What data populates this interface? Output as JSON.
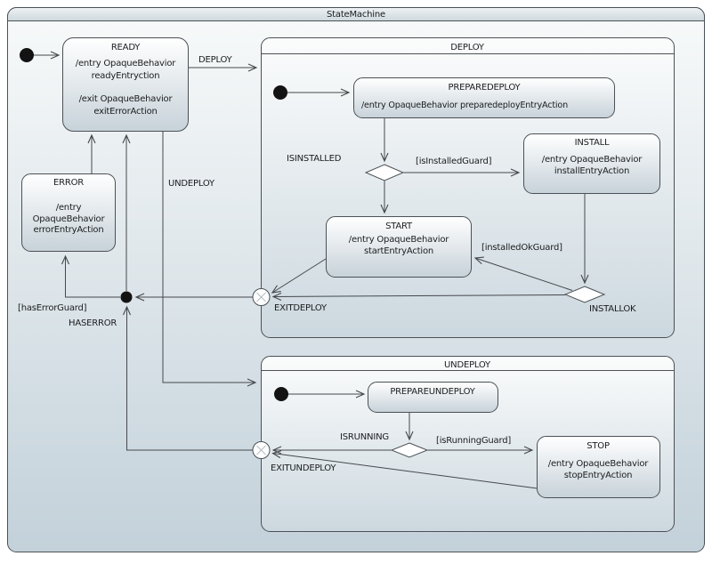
{
  "frame": {
    "title": "StateMachine"
  },
  "states": {
    "ready": {
      "title": "READY",
      "entry1": "/entry OpaqueBehavior",
      "entry2": "readyEntryction",
      "exit1": "/exit OpaqueBehavior",
      "exit2": "exitErrorAction"
    },
    "error": {
      "title": "ERROR",
      "entry1": "/entry",
      "entry2": "OpaqueBehavior",
      "entry3": "errorEntryAction"
    },
    "deploy": {
      "title": "DEPLOY"
    },
    "preparedeploy": {
      "title": "PREPAREDEPLOY",
      "entry": "/entry OpaqueBehavior preparedeployEntryAction"
    },
    "install": {
      "title": "INSTALL",
      "entry1": "/entry OpaqueBehavior",
      "entry2": "installEntryAction"
    },
    "start": {
      "title": "START",
      "entry1": "/entry OpaqueBehavior",
      "entry2": "startEntryAction"
    },
    "undeploy": {
      "title": "UNDEPLOY"
    },
    "prepareundeploy": {
      "title": "PREPAREUNDEPLOY"
    },
    "stop": {
      "title": "STOP",
      "entry1": "/entry OpaqueBehavior",
      "entry2": "stopEntryAction"
    }
  },
  "labels": {
    "deploy_transition": "DEPLOY",
    "undeploy_transition": "UNDEPLOY",
    "isinstalled": "ISINSTALLED",
    "is_installed_guard": "[isInstalledGuard]",
    "installed_ok_guard": "[installedOkGuard]",
    "installok": "INSTALLOK",
    "exitdeploy": "EXITDEPLOY",
    "has_error_guard": "[hasErrorGuard]",
    "haserror": "HASERROR",
    "isrunning": "ISRUNNING",
    "is_running_guard": "[isRunningGuard]",
    "exitundeploy": "EXITUNDEPLOY"
  },
  "colors": {
    "border": "#4b5156",
    "line": "#45494d",
    "text": "#1b1d1f",
    "state_fill_top": "#ffffff",
    "state_fill_bottom": "#c7d2d9",
    "composite_fill_top": "#fbfcfc",
    "composite_fill_bottom": "#ccd8df",
    "canvas_fill_top": "#f8fafa",
    "canvas_fill_bottom": "#c3d1da",
    "pseudostate_fill": "#131313"
  }
}
